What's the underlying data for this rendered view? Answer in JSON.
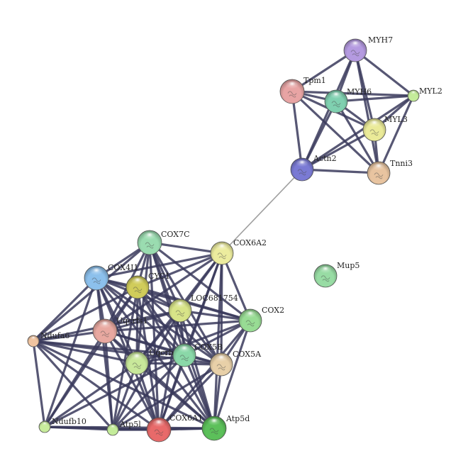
{
  "network": {
    "nodes": [
      {
        "id": "MYH7",
        "label": "MYH7",
        "color": "#b49ae0"
      },
      {
        "id": "Tpm1",
        "label": "Tpm1",
        "color": "#e8a4a4"
      },
      {
        "id": "MYH6",
        "label": "MYH6",
        "color": "#7fd0b0"
      },
      {
        "id": "MYL2",
        "label": "MYL2",
        "color": "#c4ec9a"
      },
      {
        "id": "MYL3",
        "label": "MYL3",
        "color": "#eaea98"
      },
      {
        "id": "Actn2",
        "label": "Actn2",
        "color": "#7a7ad4"
      },
      {
        "id": "Tnni3",
        "label": "Tnni3",
        "color": "#e8c4a0"
      },
      {
        "id": "COX7C",
        "label": "COX7C",
        "color": "#9adcb0"
      },
      {
        "id": "COX6A2",
        "label": "COX6A2",
        "color": "#ecec9e"
      },
      {
        "id": "COX4I1",
        "label": "COX4I1",
        "color": "#8cc0ec"
      },
      {
        "id": "CYC1",
        "label": "CYC1",
        "color": "#d0cc5a"
      },
      {
        "id": "LOC681754",
        "label": "LOC681754",
        "color": "#d8e488"
      },
      {
        "id": "COX2",
        "label": "COX2",
        "color": "#98dc94"
      },
      {
        "id": "Uqcrfs1",
        "label": "Uqcrfs1",
        "color": "#e8a8a0"
      },
      {
        "id": "Ndufa6",
        "label": "Ndufa6",
        "color": "#f0c4a0"
      },
      {
        "id": "Uqcrb",
        "label": "Uqcrb",
        "color": "#c8e89a"
      },
      {
        "id": "COX5B",
        "label": "COX5B",
        "color": "#8ad8a8"
      },
      {
        "id": "COX5A",
        "label": "COX5A",
        "color": "#e8d0a8"
      },
      {
        "id": "Ndufb10",
        "label": "Ndufb10",
        "color": "#c8ec9c"
      },
      {
        "id": "Atp5l",
        "label": "Atp5l",
        "color": "#c4ec9a"
      },
      {
        "id": "COX6A1",
        "label": "COX6A1",
        "color": "#e86a6a"
      },
      {
        "id": "Atp5d",
        "label": "Atp5d",
        "color": "#5cc05a"
      },
      {
        "id": "Mup5",
        "label": "Mup5",
        "color": "#98dca4"
      }
    ],
    "edges": [
      [
        "MYH7",
        "Tpm1"
      ],
      [
        "MYH7",
        "MYH6"
      ],
      [
        "MYH7",
        "MYL2"
      ],
      [
        "MYH7",
        "MYL3"
      ],
      [
        "MYH7",
        "Actn2"
      ],
      [
        "MYH7",
        "Tnni3"
      ],
      [
        "Tpm1",
        "MYH6"
      ],
      [
        "Tpm1",
        "MYL2"
      ],
      [
        "Tpm1",
        "MYL3"
      ],
      [
        "Tpm1",
        "Actn2"
      ],
      [
        "Tpm1",
        "Tnni3"
      ],
      [
        "MYH6",
        "MYL2"
      ],
      [
        "MYH6",
        "MYL3"
      ],
      [
        "MYH6",
        "Actn2"
      ],
      [
        "MYH6",
        "Tnni3"
      ],
      [
        "MYL2",
        "MYL3"
      ],
      [
        "MYL2",
        "Actn2"
      ],
      [
        "MYL2",
        "Tnni3"
      ],
      [
        "MYL3",
        "Actn2"
      ],
      [
        "MYL3",
        "Tnni3"
      ],
      [
        "Actn2",
        "Tnni3"
      ],
      [
        "Actn2",
        "COX6A2"
      ],
      [
        "COX7C",
        "COX6A2"
      ],
      [
        "COX7C",
        "COX4I1"
      ],
      [
        "COX7C",
        "CYC1"
      ],
      [
        "COX7C",
        "LOC681754"
      ],
      [
        "COX7C",
        "COX2"
      ],
      [
        "COX7C",
        "Uqcrfs1"
      ],
      [
        "COX7C",
        "Uqcrb"
      ],
      [
        "COX7C",
        "COX5B"
      ],
      [
        "COX7C",
        "COX5A"
      ],
      [
        "COX7C",
        "COX6A1"
      ],
      [
        "COX7C",
        "Atp5d"
      ],
      [
        "COX7C",
        "Ndufa6"
      ],
      [
        "COX6A2",
        "COX4I1"
      ],
      [
        "COX6A2",
        "CYC1"
      ],
      [
        "COX6A2",
        "LOC681754"
      ],
      [
        "COX6A2",
        "COX2"
      ],
      [
        "COX6A2",
        "COX5B"
      ],
      [
        "COX6A2",
        "COX5A"
      ],
      [
        "COX6A2",
        "COX6A1"
      ],
      [
        "COX6A2",
        "Uqcrb"
      ],
      [
        "COX6A2",
        "Uqcrfs1"
      ],
      [
        "COX6A2",
        "Atp5d"
      ],
      [
        "COX4I1",
        "CYC1"
      ],
      [
        "COX4I1",
        "LOC681754"
      ],
      [
        "COX4I1",
        "COX2"
      ],
      [
        "COX4I1",
        "Uqcrfs1"
      ],
      [
        "COX4I1",
        "Ndufa6"
      ],
      [
        "COX4I1",
        "Uqcrb"
      ],
      [
        "COX4I1",
        "COX5B"
      ],
      [
        "COX4I1",
        "COX5A"
      ],
      [
        "COX4I1",
        "COX6A1"
      ],
      [
        "COX4I1",
        "Atp5d"
      ],
      [
        "COX4I1",
        "Ndufb10"
      ],
      [
        "COX4I1",
        "Atp5l"
      ],
      [
        "CYC1",
        "LOC681754"
      ],
      [
        "CYC1",
        "COX2"
      ],
      [
        "CYC1",
        "Uqcrfs1"
      ],
      [
        "CYC1",
        "Uqcrb"
      ],
      [
        "CYC1",
        "COX5B"
      ],
      [
        "CYC1",
        "COX5A"
      ],
      [
        "CYC1",
        "COX6A1"
      ],
      [
        "CYC1",
        "Atp5d"
      ],
      [
        "CYC1",
        "Ndufa6"
      ],
      [
        "CYC1",
        "Atp5l"
      ],
      [
        "CYC1",
        "Ndufb10"
      ],
      [
        "LOC681754",
        "COX2"
      ],
      [
        "LOC681754",
        "Uqcrfs1"
      ],
      [
        "LOC681754",
        "Uqcrb"
      ],
      [
        "LOC681754",
        "COX5B"
      ],
      [
        "LOC681754",
        "COX5A"
      ],
      [
        "LOC681754",
        "COX6A1"
      ],
      [
        "LOC681754",
        "Atp5d"
      ],
      [
        "LOC681754",
        "Atp5l"
      ],
      [
        "LOC681754",
        "Ndufa6"
      ],
      [
        "COX2",
        "COX5B"
      ],
      [
        "COX2",
        "COX5A"
      ],
      [
        "COX2",
        "COX6A1"
      ],
      [
        "COX2",
        "Atp5d"
      ],
      [
        "COX2",
        "Uqcrb"
      ],
      [
        "COX2",
        "Uqcrfs1"
      ],
      [
        "Uqcrfs1",
        "Ndufa6"
      ],
      [
        "Uqcrfs1",
        "Uqcrb"
      ],
      [
        "Uqcrfs1",
        "COX5B"
      ],
      [
        "Uqcrfs1",
        "COX5A"
      ],
      [
        "Uqcrfs1",
        "COX6A1"
      ],
      [
        "Uqcrfs1",
        "Atp5d"
      ],
      [
        "Uqcrfs1",
        "Ndufb10"
      ],
      [
        "Uqcrfs1",
        "Atp5l"
      ],
      [
        "Ndufa6",
        "Uqcrb"
      ],
      [
        "Ndufa6",
        "COX5B"
      ],
      [
        "Ndufa6",
        "Ndufb10"
      ],
      [
        "Ndufa6",
        "Atp5l"
      ],
      [
        "Ndufa6",
        "COX6A1"
      ],
      [
        "Ndufa6",
        "Atp5d"
      ],
      [
        "Ndufa6",
        "COX5A"
      ],
      [
        "Uqcrb",
        "COX5B"
      ],
      [
        "Uqcrb",
        "COX5A"
      ],
      [
        "Uqcrb",
        "COX6A1"
      ],
      [
        "Uqcrb",
        "Atp5d"
      ],
      [
        "Uqcrb",
        "Atp5l"
      ],
      [
        "Uqcrb",
        "Ndufb10"
      ],
      [
        "COX5B",
        "COX5A"
      ],
      [
        "COX5B",
        "COX6A1"
      ],
      [
        "COX5B",
        "Atp5d"
      ],
      [
        "COX5B",
        "Atp5l"
      ],
      [
        "COX5B",
        "Ndufb10"
      ],
      [
        "COX5A",
        "COX6A1"
      ],
      [
        "COX5A",
        "Atp5d"
      ],
      [
        "COX5A",
        "Atp5l"
      ],
      [
        "Ndufb10",
        "Atp5l"
      ],
      [
        "Ndufb10",
        "COX6A1"
      ],
      [
        "Ndufb10",
        "Atp5d"
      ],
      [
        "Atp5l",
        "COX6A1"
      ],
      [
        "Atp5l",
        "Atp5d"
      ],
      [
        "COX6A1",
        "Atp5d"
      ]
    ],
    "weak_edges": [
      [
        "Actn2",
        "COX6A2"
      ]
    ],
    "colors": {
      "edge": "#3a3a5c",
      "weak_edge": "#9a9a9a"
    }
  }
}
